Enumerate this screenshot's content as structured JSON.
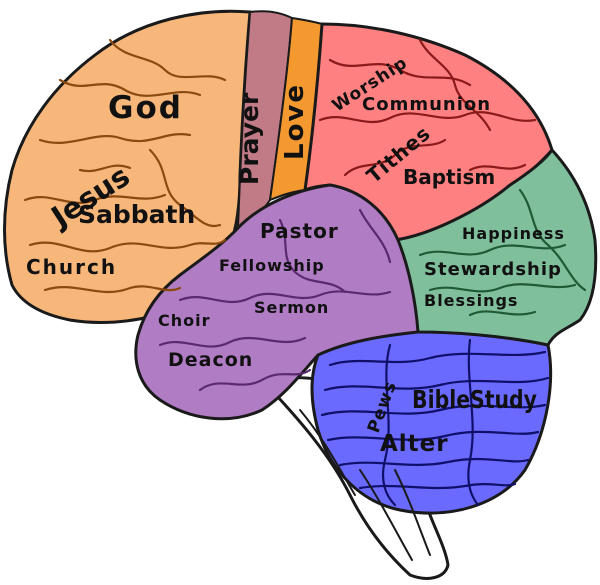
{
  "colors": {
    "frontal": "#f7b77a",
    "prayer": "#c17b86",
    "love": "#f4992f",
    "parietal": "#ff8080",
    "occipital": "#7fbf9c",
    "temporal": "#b07cc4",
    "cerebellum": "#6a6aff",
    "stem": "#ffffff",
    "outline": "#1a1a1a",
    "vein_frontal": "#8a4a10",
    "vein_red": "#8b1a1a",
    "vein_green": "#1f5a35",
    "vein_purple": "#5a2a70",
    "vein_blue": "#10106a"
  },
  "labels": {
    "god": "God",
    "jesus": "Jesus",
    "sabbath": "Sabbath",
    "church": "Church",
    "prayer": "Prayer",
    "love": "Love",
    "worship": "Worship",
    "communion": "Communion",
    "tithes": "Tithes",
    "baptism": "Baptism",
    "pastor": "Pastor",
    "fellowship": "Fellowship",
    "sermon": "Sermon",
    "choir": "Choir",
    "deacon": "Deacon",
    "happiness": "Happiness",
    "stewardship": "Stewardship",
    "blessings": "Blessings",
    "pews": "Pews",
    "biblestudy": "BibleStudy",
    "alter": "Alter"
  }
}
